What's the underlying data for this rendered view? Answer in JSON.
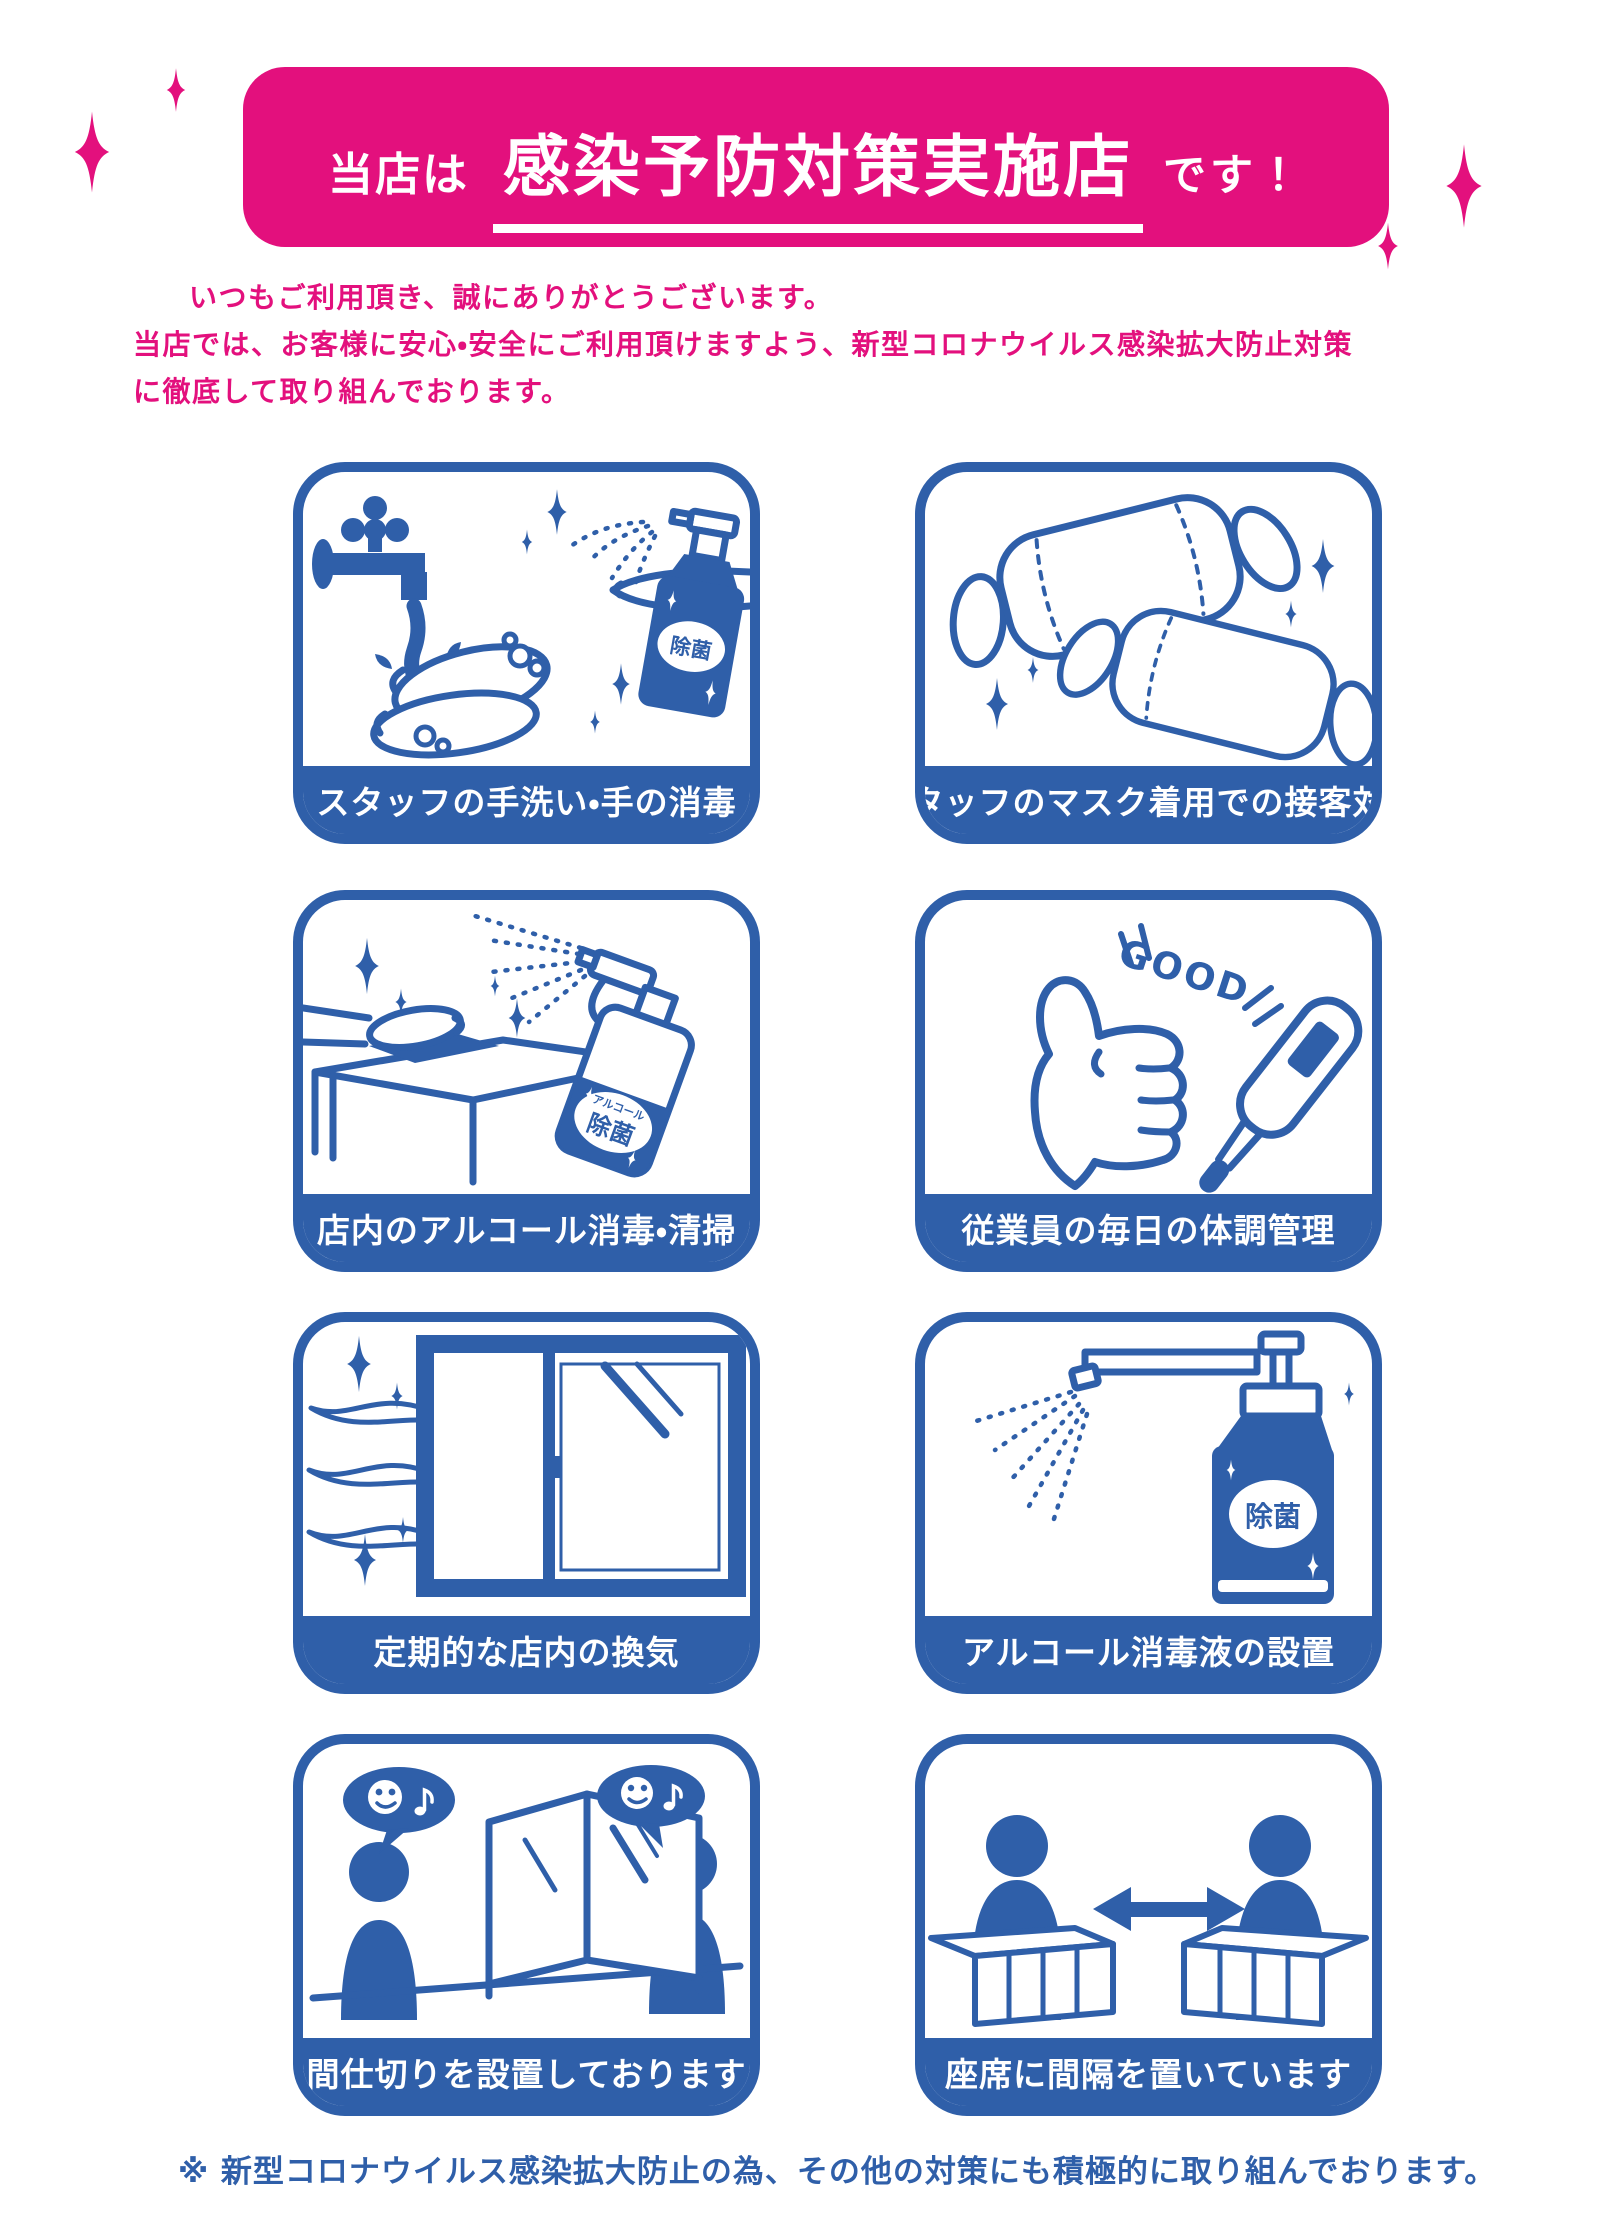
{
  "colors": {
    "pink": "#e3107d",
    "blue": "#2f5fa9"
  },
  "header": {
    "prefix": "当店は",
    "highlight": "感染予防対策実施店",
    "suffix": "です！"
  },
  "intro": {
    "line1": "いつもご利用頂き、誠にありがとうございます。",
    "line2": "当店では、お客様に安心・安全にご利用頂けますよう、新型コロナウイルス感染拡大防止対策",
    "line3": "に徹底して取り組んでおります。"
  },
  "cards": [
    {
      "label": "スタッフの手洗い・手の消毒",
      "icon": "handwash-illustration",
      "bottle_text": "除菌"
    },
    {
      "label": "スタッフのマスク着用での接客対応",
      "icon": "masks-illustration"
    },
    {
      "label": "店内のアルコール消毒・清掃",
      "icon": "spray-cleaning-illustration",
      "bottle_text_line1": "アルコール",
      "bottle_text_line2": "除菌"
    },
    {
      "label": "従業員の毎日の体調管理",
      "icon": "thumbsup-thermometer-illustration",
      "good_text": "GOOD"
    },
    {
      "label": "定期的な店内の換気",
      "icon": "window-ventilation-illustration"
    },
    {
      "label": "アルコール消毒液の設置",
      "icon": "sanitizer-dispenser-illustration",
      "bottle_text": "除菌"
    },
    {
      "label": "間仕切りを設置しております",
      "icon": "partition-illustration"
    },
    {
      "label": "座席に間隔を置いています",
      "icon": "seat-spacing-illustration"
    }
  ],
  "footer": {
    "note": "※ 新型コロナウイルス感染拡大防止の為、その他の対策にも積極的に取り組んでおります。"
  }
}
